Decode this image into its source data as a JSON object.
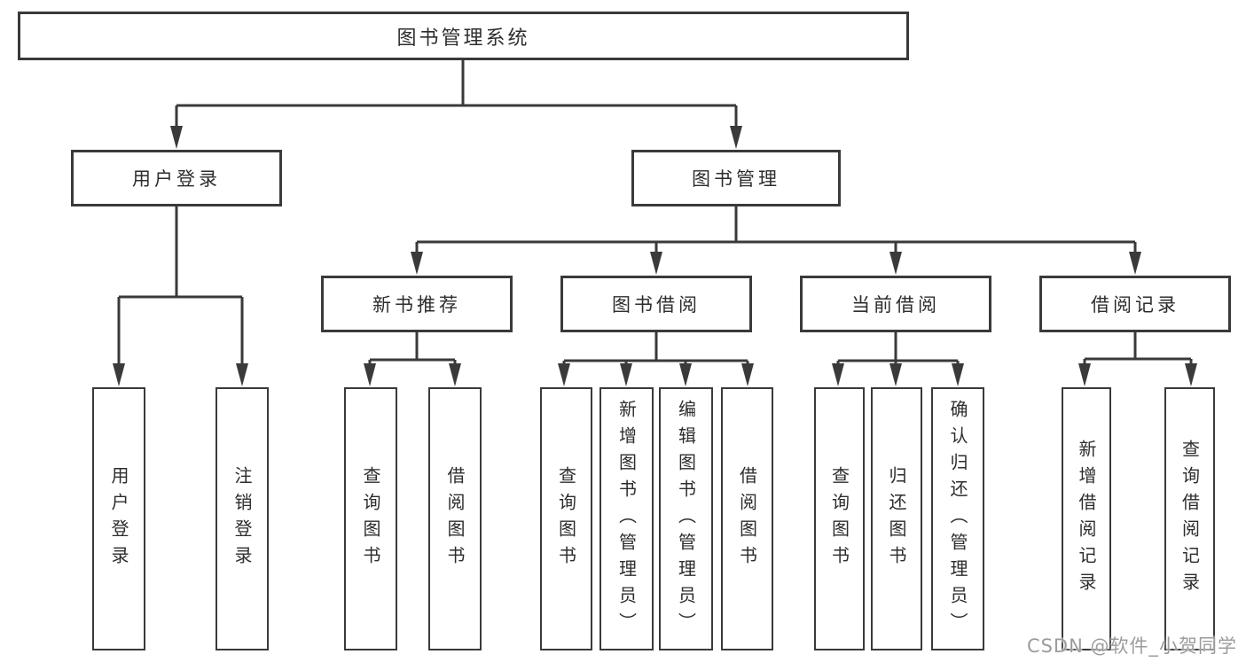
{
  "tree": {
    "label": "图书管理系统",
    "children": [
      {
        "label": "用户登录",
        "children": [
          {
            "label": "用户登录"
          },
          {
            "label": "注销登录"
          }
        ]
      },
      {
        "label": "图书管理",
        "children": [
          {
            "label": "新书推荐",
            "children": [
              {
                "label": "查询图书"
              },
              {
                "label": "借阅图书"
              }
            ]
          },
          {
            "label": "图书借阅",
            "children": [
              {
                "label": "查询图书"
              },
              {
                "label": "新增图书（管理员）"
              },
              {
                "label": "编辑图书（管理员）"
              },
              {
                "label": "借阅图书"
              }
            ]
          },
          {
            "label": "当前借阅",
            "children": [
              {
                "label": "查询图书"
              },
              {
                "label": "归还图书"
              },
              {
                "label": "确认归还（管理员）"
              }
            ]
          },
          {
            "label": "借阅记录",
            "children": [
              {
                "label": "新增借阅记录"
              },
              {
                "label": "查询借阅记录"
              }
            ]
          }
        ]
      }
    ]
  },
  "watermark": {
    "text": "CSDN @软件_小贺同学"
  },
  "colors": {
    "line": "#3a3a3a",
    "text": "#2d2d2d",
    "box_fill": "#ffffff",
    "background": "#ffffff",
    "watermark": "#9c9c9c"
  }
}
